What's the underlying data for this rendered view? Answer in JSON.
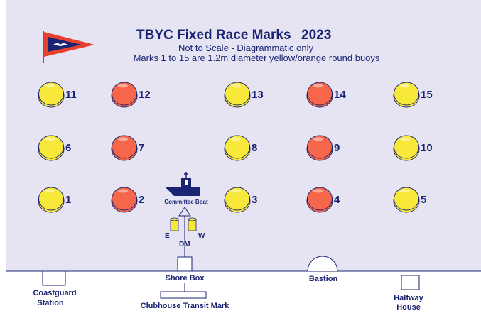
{
  "title": "TBYC Fixed Race Marks",
  "year": "2023",
  "subtitle1": "Not to Scale - Diagrammatic only",
  "subtitle2": "Marks 1 to 15 are 1.2m diameter yellow/orange round buoys",
  "marks": [
    {
      "n": "11",
      "color": "yellow"
    },
    {
      "n": "12",
      "color": "orange"
    },
    {
      "n": "13",
      "color": "yellow"
    },
    {
      "n": "14",
      "color": "orange"
    },
    {
      "n": "15",
      "color": "yellow"
    },
    {
      "n": "6",
      "color": "yellow"
    },
    {
      "n": "7",
      "color": "orange"
    },
    {
      "n": "8",
      "color": "yellow"
    },
    {
      "n": "9",
      "color": "orange"
    },
    {
      "n": "10",
      "color": "yellow"
    },
    {
      "n": "1",
      "color": "yellow"
    },
    {
      "n": "2",
      "color": "orange"
    },
    {
      "n": "3",
      "color": "yellow"
    },
    {
      "n": "4",
      "color": "orange"
    },
    {
      "n": "5",
      "color": "yellow"
    }
  ],
  "committee_boat": "Committee Boat",
  "east": "E",
  "west": "W",
  "dm": "DM",
  "shore_box": "Shore Box",
  "clubhouse": "Clubhouse Transit Mark",
  "coastguard1": "Coastguard",
  "coastguard2": "Station",
  "bastion": "Bastion",
  "halfway1": "Halfway",
  "halfway2": "House",
  "colors": {
    "yellow": "#f8e83a",
    "orange": "#f5664a",
    "sea": "#e6e4f3",
    "navy": "#1a2472"
  }
}
